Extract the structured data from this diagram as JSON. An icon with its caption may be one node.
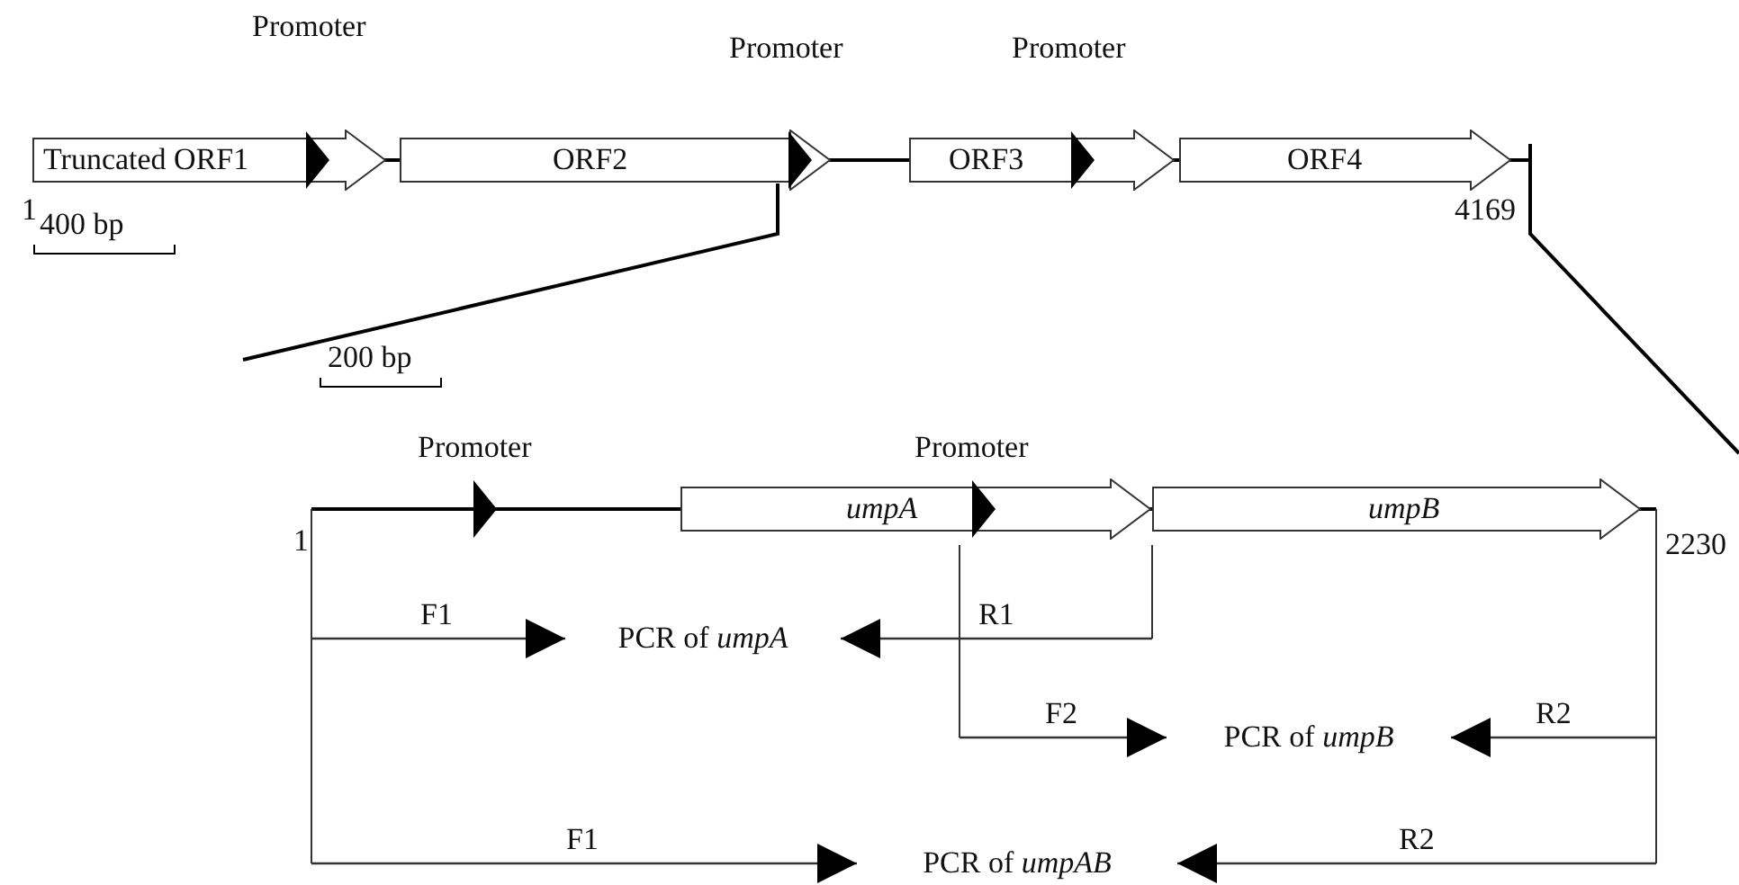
{
  "diagram": {
    "nodes": [
      {
        "text": [
          "Truncated ORF1"
        ]
      },
      {
        "text": [
          "ORF2"
        ]
      },
      {
        "text": [
          "ORF3"
        ]
      },
      {
        "text": [
          "ORF4"
        ]
      },
      {
        "text": [
          "umpA"
        ]
      },
      {
        "text": [
          "umpB"
        ]
      },
      {
        "text": [
          "PCR of *umpA*"
        ]
      },
      {
        "text": [
          "PCR of *umpB*"
        ]
      },
      {
        "text": [
          "PCR of *umpAB*"
        ]
      }
    ],
    "edges": [
      {
        "from": null,
        "to": 6,
        "arrow": "to",
        "label": "F1"
      },
      {
        "from": null,
        "to": 6,
        "arrow": "to",
        "label": "R1"
      },
      {
        "from": null,
        "to": 7,
        "arrow": "to",
        "label": "F2"
      },
      {
        "from": null,
        "to": 7,
        "arrow": "to",
        "label": "R2"
      },
      {
        "from": null,
        "to": 8,
        "arrow": "to",
        "label": "F1"
      },
      {
        "from": null,
        "to": 8,
        "arrow": "to",
        "label": "R2"
      }
    ],
    "labels": [
      "Promoter",
      "Promoter",
      "Promoter",
      "1",
      "4169",
      "400 bp",
      "200 bp",
      "Promoter",
      "Promoter",
      "1",
      "2230"
    ]
  }
}
